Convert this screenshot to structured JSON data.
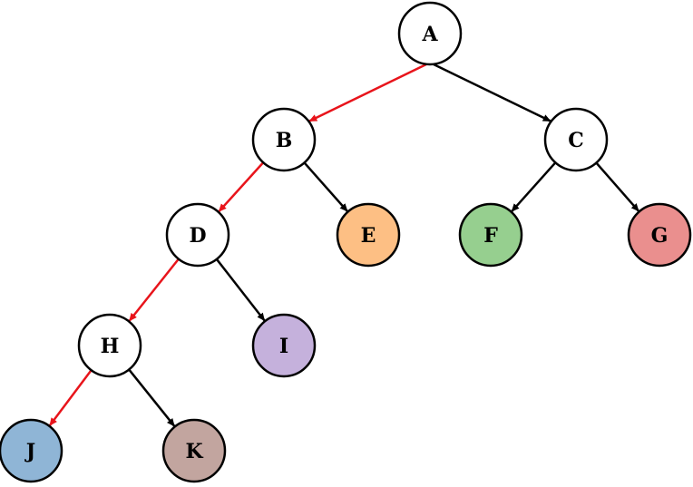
{
  "tree": {
    "nodes": [
      {
        "id": "A",
        "label": "A",
        "fill": "#ffffff"
      },
      {
        "id": "B",
        "label": "B",
        "fill": "#ffffff"
      },
      {
        "id": "C",
        "label": "C",
        "fill": "#ffffff"
      },
      {
        "id": "D",
        "label": "D",
        "fill": "#ffffff"
      },
      {
        "id": "E",
        "label": "E",
        "fill": "#fdbf84"
      },
      {
        "id": "F",
        "label": "F",
        "fill": "#96cf8f"
      },
      {
        "id": "G",
        "label": "G",
        "fill": "#ea8f8e"
      },
      {
        "id": "H",
        "label": "H",
        "fill": "#ffffff"
      },
      {
        "id": "I",
        "label": "I",
        "fill": "#c5b1dc"
      },
      {
        "id": "J",
        "label": "J",
        "fill": "#8fb5d6"
      },
      {
        "id": "K",
        "label": "K",
        "fill": "#c2a59f"
      }
    ],
    "edges": [
      {
        "from": "A",
        "to": "B",
        "color": "#e8141b",
        "highlighted": true
      },
      {
        "from": "A",
        "to": "C",
        "color": "#000000",
        "highlighted": false
      },
      {
        "from": "B",
        "to": "D",
        "color": "#e8141b",
        "highlighted": true
      },
      {
        "from": "B",
        "to": "E",
        "color": "#000000",
        "highlighted": false
      },
      {
        "from": "C",
        "to": "F",
        "color": "#000000",
        "highlighted": false
      },
      {
        "from": "C",
        "to": "G",
        "color": "#000000",
        "highlighted": false
      },
      {
        "from": "D",
        "to": "H",
        "color": "#e8141b",
        "highlighted": true
      },
      {
        "from": "D",
        "to": "I",
        "color": "#000000",
        "highlighted": false
      },
      {
        "from": "H",
        "to": "J",
        "color": "#e8141b",
        "highlighted": true
      },
      {
        "from": "H",
        "to": "K",
        "color": "#000000",
        "highlighted": false
      }
    ]
  }
}
